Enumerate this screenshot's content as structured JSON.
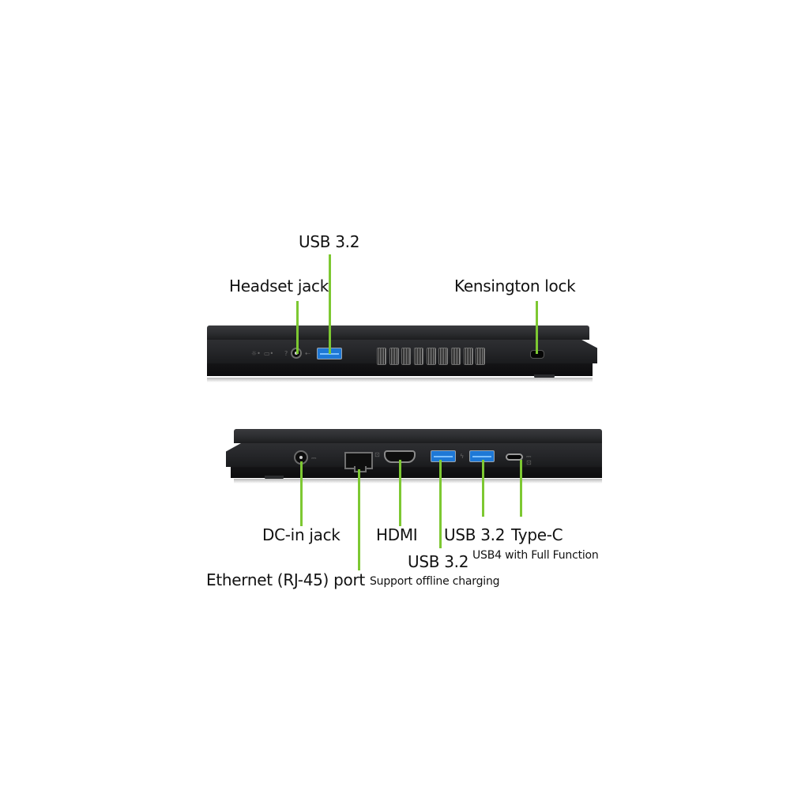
{
  "figure": {
    "accent_color": "#7dc832",
    "top_view": {
      "description": "Left side of laptop",
      "callouts": [
        {
          "id": "usb32_top",
          "label": "USB 3.2"
        },
        {
          "id": "headset",
          "label": "Headset jack"
        },
        {
          "id": "kensington",
          "label": "Kensington lock"
        }
      ],
      "indicator_glyphs": [
        "☼•",
        "▭•",
        "?",
        "⇠"
      ]
    },
    "bottom_view": {
      "description": "Right side of laptop",
      "callouts": [
        {
          "id": "dcin",
          "label": "DC-in jack"
        },
        {
          "id": "ethernet",
          "label": "Ethernet (RJ-45) port"
        },
        {
          "id": "hdmi",
          "label": "HDMI"
        },
        {
          "id": "usb32_a",
          "label": "USB 3.2",
          "sublabel": "Support offline charging"
        },
        {
          "id": "usb32_b",
          "label": "USB 3.2"
        },
        {
          "id": "typec",
          "label": "Type-C",
          "sublabel": "USB4 with Full Function"
        }
      ],
      "indicator_glyphs": [
        "⎓",
        "⊡",
        "ϟ",
        "⎓ ⊡"
      ]
    }
  }
}
